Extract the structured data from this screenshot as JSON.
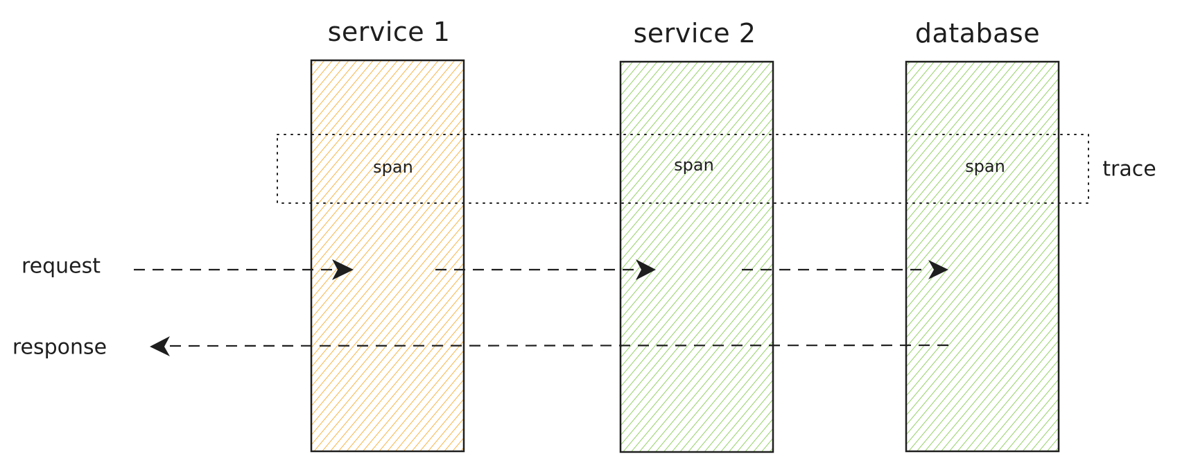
{
  "services": [
    {
      "name": "service 1",
      "color": "#f5a31a",
      "span_label": "span"
    },
    {
      "name": "service 2",
      "color": "#7cc641",
      "span_label": "span"
    },
    {
      "name": "database",
      "color": "#7cc641",
      "span_label": "span"
    }
  ],
  "trace_label": "trace",
  "request_label": "request",
  "response_label": "response",
  "stroke_color": "#1e1e1e"
}
